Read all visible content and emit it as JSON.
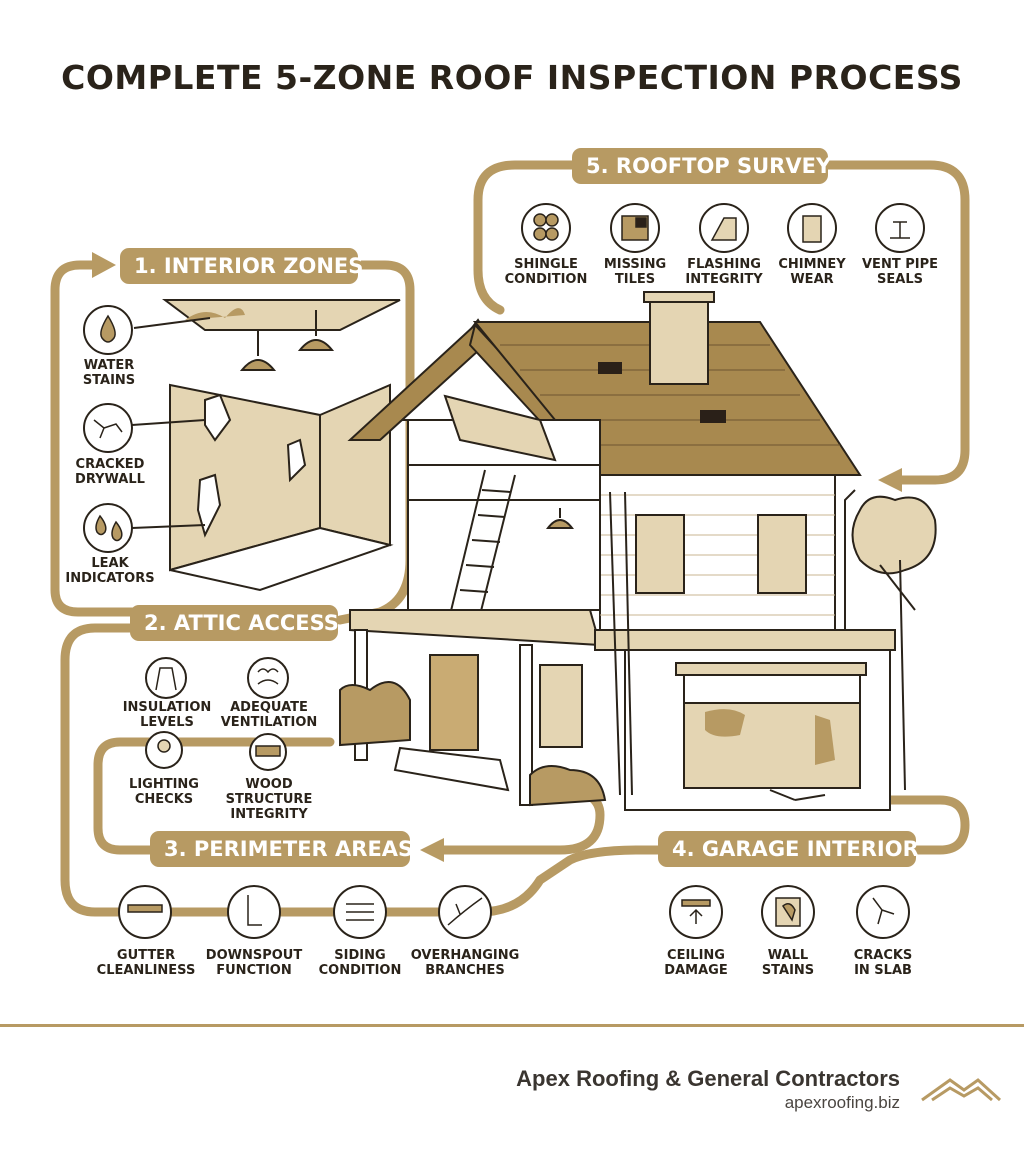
{
  "title": "COMPLETE 5-ZONE ROOF INSPECTION PROCESS",
  "colors": {
    "accent": "#b79a63",
    "wall": "#e4d5b3",
    "roof": "#a8894f",
    "ink": "#2a231a",
    "dark": "#2a2018"
  },
  "zones": {
    "z1": {
      "label": "1. INTERIOR ZONES",
      "items": [
        "WATER STAINS",
        "CRACKED DRYWALL",
        "LEAK INDICATORS"
      ]
    },
    "z2": {
      "label": "2. ATTIC ACCESS",
      "items": [
        "INSULATION LEVELS",
        "ADEQUATE VENTILATION",
        "LIGHTING CHECKS",
        "WOOD STRUCTURE INTEGRITY"
      ]
    },
    "z3": {
      "label": "3. PERIMETER AREAS",
      "items": [
        "GUTTER CLEANLINESS",
        "DOWNSPOUT FUNCTION",
        "SIDING CONDITION",
        "OVERHANGING BRANCHES"
      ]
    },
    "z4": {
      "label": "4. GARAGE INTERIOR",
      "items": [
        "CEILING DAMAGE",
        "WALL STAINS",
        "CRACKS IN SLAB"
      ]
    },
    "z5": {
      "label": "5. ROOFTOP SURVEY",
      "items": [
        "SHINGLE CONDITION",
        "MISSING TILES",
        "FLASHING INTEGRITY",
        "CHIMNEY WEAR",
        "VENT PIPE SEALS"
      ]
    }
  },
  "icons": {
    "z1": [
      "water-drop-icon",
      "crack-icon",
      "leak-drops-icon"
    ],
    "z2": [
      "insulation-icon",
      "ventilation-icon",
      "light-bulb-icon",
      "wood-beam-icon"
    ],
    "z3": [
      "gutter-icon",
      "downspout-icon",
      "siding-icon",
      "branch-icon"
    ],
    "z4": [
      "ceiling-damage-icon",
      "wall-stain-icon",
      "slab-crack-icon"
    ],
    "z5": [
      "shingle-icon",
      "missing-tile-icon",
      "flashing-icon",
      "chimney-icon",
      "vent-pipe-icon"
    ]
  },
  "footer": {
    "company": "Apex Roofing & General Contractors",
    "website": "apexroofing.biz",
    "logo": "mountain-roof-logo"
  }
}
